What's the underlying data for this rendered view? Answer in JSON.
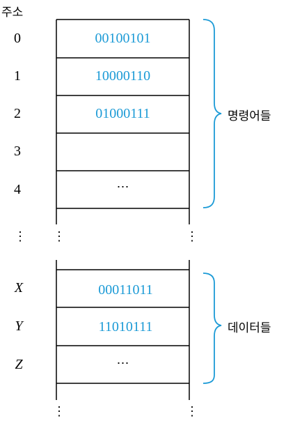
{
  "header": {
    "address_label": "주소"
  },
  "instructions": {
    "label": "명령어들",
    "rows": [
      {
        "address": "0",
        "value": "00100101"
      },
      {
        "address": "1",
        "value": "10000110"
      },
      {
        "address": "2",
        "value": "01000111"
      },
      {
        "address": "3",
        "value": ""
      },
      {
        "address": "4",
        "value": "⋯"
      }
    ]
  },
  "data_section": {
    "label": "데이터들",
    "rows": [
      {
        "address": "X",
        "value": "00011011"
      },
      {
        "address": "Y",
        "value": "11010111"
      },
      {
        "address": "Z",
        "value": "⋯"
      }
    ]
  },
  "colors": {
    "value_text": "#1b9ad6",
    "brace": "#1b9ad6",
    "lines": "#000000"
  },
  "dots": "⋮"
}
